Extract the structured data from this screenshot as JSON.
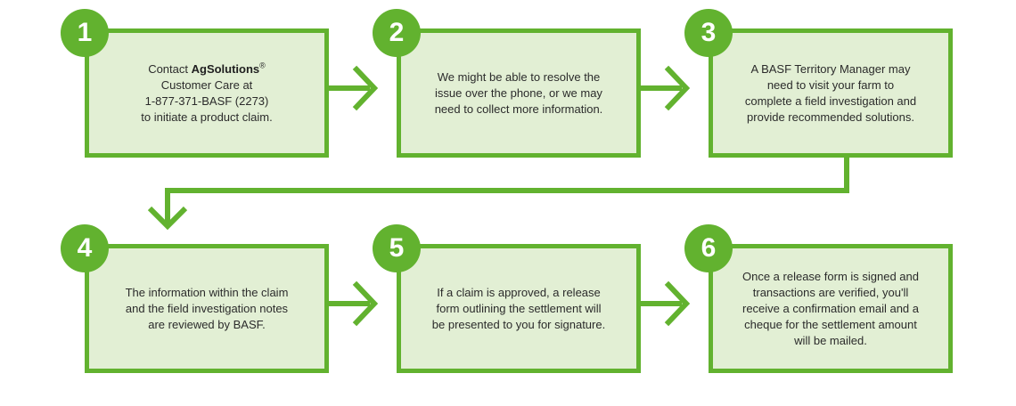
{
  "colors": {
    "accent": "#62b22f",
    "box_fill": "#e2efd4",
    "text": "#2b2b2b"
  },
  "steps": [
    {
      "number": "1",
      "lines": [
        {
          "parts": [
            {
              "text": "Contact "
            },
            {
              "text": "AgSolutions",
              "bold": true
            },
            {
              "text": "®",
              "sup": true
            }
          ]
        },
        {
          "parts": [
            {
              "text": "Customer Care at"
            }
          ]
        },
        {
          "parts": [
            {
              "text": "1-877-371-BASF (2273)"
            }
          ]
        },
        {
          "parts": [
            {
              "text": "to initiate a product claim."
            }
          ]
        }
      ]
    },
    {
      "number": "2",
      "lines": [
        {
          "parts": [
            {
              "text": "We might be able to resolve the"
            }
          ]
        },
        {
          "parts": [
            {
              "text": "issue over the phone, or we may"
            }
          ]
        },
        {
          "parts": [
            {
              "text": "need to collect more information."
            }
          ]
        }
      ]
    },
    {
      "number": "3",
      "lines": [
        {
          "parts": [
            {
              "text": "A BASF Territory Manager may"
            }
          ]
        },
        {
          "parts": [
            {
              "text": "need to visit your farm to"
            }
          ]
        },
        {
          "parts": [
            {
              "text": "complete a field investigation and"
            }
          ]
        },
        {
          "parts": [
            {
              "text": "provide recommended solutions."
            }
          ]
        }
      ]
    },
    {
      "number": "4",
      "lines": [
        {
          "parts": [
            {
              "text": "The information within the claim"
            }
          ]
        },
        {
          "parts": [
            {
              "text": "and the field investigation notes"
            }
          ]
        },
        {
          "parts": [
            {
              "text": "are reviewed by BASF."
            }
          ]
        }
      ]
    },
    {
      "number": "5",
      "lines": [
        {
          "parts": [
            {
              "text": "If a claim is approved, a release"
            }
          ]
        },
        {
          "parts": [
            {
              "text": "form outlining the settlement will"
            }
          ]
        },
        {
          "parts": [
            {
              "text": "be presented to you for signature."
            }
          ]
        }
      ]
    },
    {
      "number": "6",
      "lines": [
        {
          "parts": [
            {
              "text": "Once a release form is signed and"
            }
          ]
        },
        {
          "parts": [
            {
              "text": "transactions are verified, you'll"
            }
          ]
        },
        {
          "parts": [
            {
              "text": "receive a confirmation email and a"
            }
          ]
        },
        {
          "parts": [
            {
              "text": "cheque for the settlement amount"
            }
          ]
        },
        {
          "parts": [
            {
              "text": "will be mailed."
            }
          ]
        }
      ]
    }
  ]
}
